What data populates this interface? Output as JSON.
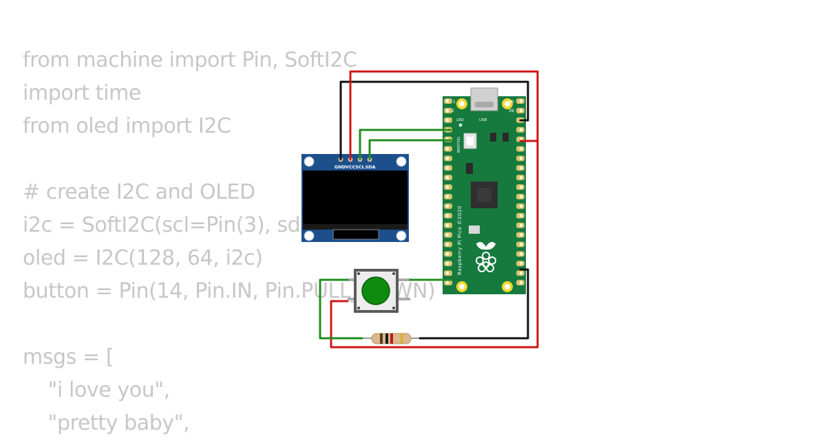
{
  "code": {
    "lines": [
      "from machine import Pin, SoftI2C",
      "import time",
      "from oled import I2C",
      "",
      "# create I2C and OLED",
      "i2c = SoftI2C(scl=Pin(3), sda=Pin(2))",
      "oled = I2C(128, 64, i2c)",
      "button = Pin(14, Pin.IN, Pin.PULL_DOWN)",
      "",
      "msgs = [",
      "    \"i love you\",",
      "    \"pretty baby\","
    ]
  },
  "oled": {
    "pins": [
      "GND",
      "VCC",
      "SCL",
      "SDA"
    ],
    "board_color": "#1d4f8c",
    "screen_color": "#000000"
  },
  "pico": {
    "board_color": "#167a3e",
    "silkscreen": "Raspberry Pi Pico ©2020",
    "led_label": "LED",
    "usb_label": "USB",
    "bootsel_label": "BOOTSEL",
    "pin1_label": "1",
    "pin2_label": "2",
    "pin39_label": "39",
    "pin40_label": "40"
  },
  "wires": {
    "power_color": "#d01414",
    "ground_color": "#111111",
    "signal_color": "#1f8c1f"
  },
  "button": {
    "cap_color": "#0e8a0e"
  }
}
